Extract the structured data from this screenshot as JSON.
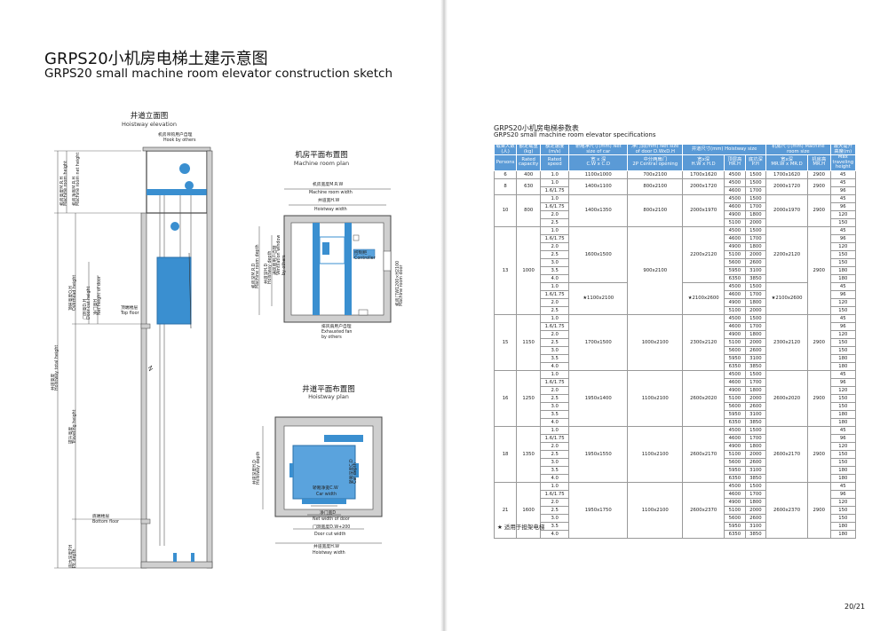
{
  "title_cn": "GRPS20小机房电梯土建示意图",
  "title_en": "GRPS20 small machine room elevator construction sketch",
  "elevation": {
    "title_cn": "井道立面图",
    "title_en": "Hoistway elevation",
    "hook_cn": "机房吊钩用户自理",
    "hook_en": "Hook by others",
    "mrh_cn": "机房高度M.R.H",
    "mrh_en": "Machine room height",
    "mrneth_cn": "机房净高M.R.H",
    "mrneth_en": "Machine room net height",
    "oh_cn": "顶层高度O.H",
    "oh_en": "Overhead height",
    "doorcut_cn": "门洞高D.H",
    "doorcut_en": "Door cut height",
    "netdoor_cn": "净门高H",
    "netdoor_en": "Net height of door",
    "top_cn": "顶端楼层",
    "top_en": "Top floor",
    "total_cn": "井道高度",
    "total_en": "Hoistway total height",
    "travel_cn": "提升高度",
    "travel_en": "Traveling height",
    "bottom_cn": "底端楼层",
    "bottom_en": "Bottom floor",
    "pit_cn": "底坑深度P.H",
    "pit_en": "Pit depth"
  },
  "mrplan": {
    "title_cn": "机房平面布置图",
    "title_en": "Machine room plan",
    "mrw_cn": "机房宽度M.R.W",
    "mrw_en": "Machine room width",
    "hw_cn": "井道宽H.W",
    "hw_en": "Hoistway width",
    "controller_cn": "控制柜",
    "controller_en": "Controller",
    "fan_cn": "排风扇用户自理",
    "fan_en": "Exhausted fan",
    "fan_en2": "by others",
    "vent_cn": "通风窗用户自理",
    "vent_en": "Ventilation window",
    "vent_en2": "by others",
    "mrd_cn": "机房深M.R.D",
    "mrd_en": "Machine room depth",
    "hd_cn": "井道深H.D",
    "hd_en": "Hoistway depth",
    "door_cn": "机房门W1200×H2100",
    "door_en": "Machine room door"
  },
  "hwplan": {
    "title_cn": "井道平面布置图",
    "title_en": "Hoistway plan",
    "hd_cn": "井道深度H.D",
    "hd_en": "Hoistway depth",
    "cd_cn": "轿厢深度C.D",
    "cd_en": "Car depth",
    "cw_cn": "轿厢净宽C.W",
    "cw_en": "Car width",
    "netw_cn": "净门宽D",
    "netw_en": "Net width of door",
    "dw_cn": "门洞宽度D.W+200",
    "dw_en": "Door cut width",
    "hw_cn": "井道宽度H.W",
    "hw_en": "Hoistway width"
  },
  "spec": {
    "title_cn": "GRPS20小机房电梯参数表",
    "title_en": "GRPS20 small machine room elevator specifications",
    "headers": {
      "h1": "载乘人数(人)",
      "h2": "额定载重(kg)",
      "h3": "额定速度(m/s)",
      "h4": "轿厢净尺寸(mm) Net size of car",
      "h5": "净门洞(mm) Net size of door D.WxD.H",
      "h6": "井道尺寸(mm) Hoistway size",
      "h7": "机房尺寸(mm) Machine room size",
      "h8": "最大提升高度(m)",
      "s1": "Persons",
      "s2": "Rated capacity",
      "s3": "Rated speed",
      "s4a": "宽 x 深",
      "s4b": "C.W x C.D",
      "s5a": "中分两扇门",
      "s5b": "2P Central opening",
      "s6a": "宽x深",
      "s6b": "H.W x H.D",
      "s7a": "顶层高",
      "s7b": "HR.H",
      "s8a": "底坑深",
      "s8b": "P.H",
      "s9a": "宽x深",
      "s9b": "MR.W x MR.D",
      "s10a": "机房高",
      "s10b": "MR.H",
      "s11": "Max traveling height"
    },
    "groups": [
      {
        "persons": "6",
        "cap": "400",
        "rows": [
          [
            "1.0",
            "4500",
            "1500",
            "45"
          ]
        ],
        "car": "1100x1000",
        "door": "700x2100",
        "hw": "1700x1620",
        "mr": "1700x1620",
        "mrh": "2900"
      },
      {
        "persons": "8",
        "cap": "630",
        "rows": [
          [
            "1.0",
            "4500",
            "1500",
            "45"
          ],
          [
            "1.6/1.75",
            "4600",
            "1700",
            "96"
          ]
        ],
        "car": "1400x1100",
        "door": "800x2100",
        "hw": "2000x1720",
        "mr": "2000x1720",
        "mrh": "2900"
      },
      {
        "persons": "10",
        "cap": "800",
        "rows": [
          [
            "1.0",
            "4500",
            "1500",
            "45"
          ],
          [
            "1.6/1.75",
            "4600",
            "1700",
            "96"
          ],
          [
            "2.0",
            "4900",
            "1800",
            "120"
          ],
          [
            "2.5",
            "5100",
            "2000",
            "150"
          ]
        ],
        "car": "1400x1350",
        "door": "800x2100",
        "hw": "2000x1970",
        "mr": "2000x1970",
        "mrh": "2900"
      },
      {
        "persons": "13",
        "cap": "1000",
        "rows": [
          [
            "1.0",
            "4500",
            "1500",
            "45"
          ],
          [
            "1.6/1.75",
            "4600",
            "1700",
            "96"
          ],
          [
            "2.0",
            "4900",
            "1800",
            "120"
          ],
          [
            "2.5",
            "5100",
            "2000",
            "150"
          ],
          [
            "3.0",
            "5600",
            "2600",
            "150"
          ],
          [
            "3.5",
            "5950",
            "3100",
            "180"
          ],
          [
            "4.0",
            "6350",
            "3850",
            "180"
          ],
          [
            "1.0",
            "4500",
            "1500",
            "45"
          ],
          [
            "1.6/1.75",
            "4600",
            "1700",
            "96"
          ],
          [
            "2.0",
            "4900",
            "1800",
            "120"
          ],
          [
            "2.5",
            "5100",
            "2000",
            "150"
          ]
        ],
        "car": "1600x1500",
        "car2": "★1100x2100",
        "door": "900x2100",
        "hw": "2200x2120",
        "hw2": "★2100x2600",
        "mr": "2200x2120",
        "mr2": "★2100x2600",
        "mrh": "2900"
      },
      {
        "persons": "15",
        "cap": "1150",
        "rows": [
          [
            "1.0",
            "4500",
            "1500",
            "45"
          ],
          [
            "1.6/1.75",
            "4600",
            "1700",
            "96"
          ],
          [
            "2.0",
            "4900",
            "1800",
            "120"
          ],
          [
            "2.5",
            "5100",
            "2000",
            "150"
          ],
          [
            "3.0",
            "5600",
            "2600",
            "150"
          ],
          [
            "3.5",
            "5950",
            "3100",
            "180"
          ],
          [
            "4.0",
            "6350",
            "3850",
            "180"
          ]
        ],
        "car": "1700x1500",
        "door": "1000x2100",
        "hw": "2300x2120",
        "mr": "2300x2120",
        "mrh": "2900"
      },
      {
        "persons": "16",
        "cap": "1250",
        "rows": [
          [
            "1.0",
            "4500",
            "1500",
            "45"
          ],
          [
            "1.6/1.75",
            "4600",
            "1700",
            "96"
          ],
          [
            "2.0",
            "4900",
            "1800",
            "120"
          ],
          [
            "2.5",
            "5100",
            "2000",
            "150"
          ],
          [
            "3.0",
            "5600",
            "2600",
            "150"
          ],
          [
            "3.5",
            "5950",
            "3100",
            "180"
          ],
          [
            "4.0",
            "6350",
            "3850",
            "180"
          ]
        ],
        "car": "1950x1400",
        "door": "1100x2100",
        "hw": "2600x2020",
        "mr": "2600x2020",
        "mrh": "2900"
      },
      {
        "persons": "18",
        "cap": "1350",
        "rows": [
          [
            "1.0",
            "4500",
            "1500",
            "45"
          ],
          [
            "1.6/1.75",
            "4600",
            "1700",
            "96"
          ],
          [
            "2.0",
            "4900",
            "1800",
            "120"
          ],
          [
            "2.5",
            "5100",
            "2000",
            "150"
          ],
          [
            "3.0",
            "5600",
            "2600",
            "150"
          ],
          [
            "3.5",
            "5950",
            "3100",
            "180"
          ],
          [
            "4.0",
            "6350",
            "3850",
            "180"
          ]
        ],
        "car": "1950x1550",
        "door": "1100x2100",
        "hw": "2600x2170",
        "mr": "2600x2170",
        "mrh": "2900"
      },
      {
        "persons": "21",
        "cap": "1600",
        "rows": [
          [
            "1.0",
            "4500",
            "1500",
            "45"
          ],
          [
            "1.6/1.75",
            "4600",
            "1700",
            "96"
          ],
          [
            "2.0",
            "4900",
            "1800",
            "120"
          ],
          [
            "2.5",
            "5100",
            "2000",
            "150"
          ],
          [
            "3.0",
            "5600",
            "2600",
            "150"
          ],
          [
            "3.5",
            "5950",
            "3100",
            "180"
          ],
          [
            "4.0",
            "6350",
            "3850",
            "180"
          ]
        ],
        "car": "1950x1750",
        "door": "1100x2100",
        "hw": "2600x2370",
        "mr": "2600x2370",
        "mrh": "2900"
      }
    ],
    "note": "★ 适用于担架电梯"
  },
  "page_number": "20/21"
}
